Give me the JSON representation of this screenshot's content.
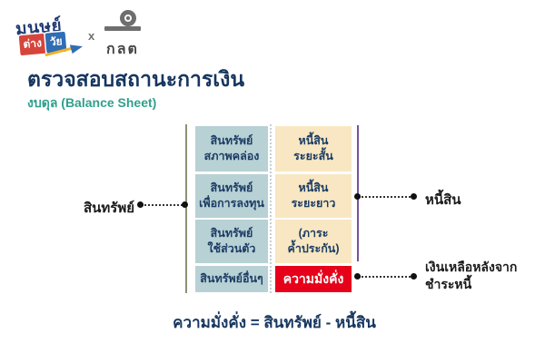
{
  "colors": {
    "navy": "#17365f",
    "teal": "#2fa08c",
    "asset_box": "#b8d1d5",
    "liability_box": "#f8e7c2",
    "wealth_red": "#e60019",
    "purple_line": "#7a4f9d",
    "olive_line": "#8f8f74",
    "logo_red": "#d6453c",
    "logo_blue": "#2f6db5",
    "logo_yellow": "#f3b229",
    "sec_gray": "#6e6e6e"
  },
  "header": {
    "brand_logo": {
      "word": "มนุษย์",
      "badge1": "ต่าง",
      "badge2": "วัย"
    },
    "separator": "x",
    "sec_logo": {
      "label": "กลต"
    },
    "title": "ตรวจสอบสถานะการเงิน",
    "subtitle": "งบดุล (Balance Sheet)"
  },
  "diagram": {
    "assets": {
      "side_label": "สินทรัพย์",
      "boxes": [
        {
          "lines": [
            "สินทรัพย์",
            "สภาพคล่อง"
          ]
        },
        {
          "lines": [
            "สินทรัพย์",
            "เพื่อการลงทุน"
          ]
        },
        {
          "lines": [
            "สินทรัพย์",
            "ใช้ส่วนตัว"
          ]
        },
        {
          "lines": [
            "สินทรัพย์อื่นๆ"
          ]
        }
      ]
    },
    "liabilities": {
      "side_label": "หนี้สิน",
      "boxes": [
        {
          "lines": [
            "หนี้สิน",
            "ระยะสั้น"
          ]
        },
        {
          "lines": [
            "หนี้สิน",
            "ระยะยาว"
          ]
        },
        {
          "lines": [
            "(ภาระ",
            "ค้ำประกัน)"
          ]
        },
        {
          "lines": [
            "ความมั่งคั่ง"
          ]
        }
      ]
    },
    "leftover_label": {
      "line1": "เงินเหลือหลังจาก",
      "line2": "ชำระหนี้"
    }
  },
  "formula": "ความมั่งคั่ง = สินทรัพย์ - หนี้สิน"
}
